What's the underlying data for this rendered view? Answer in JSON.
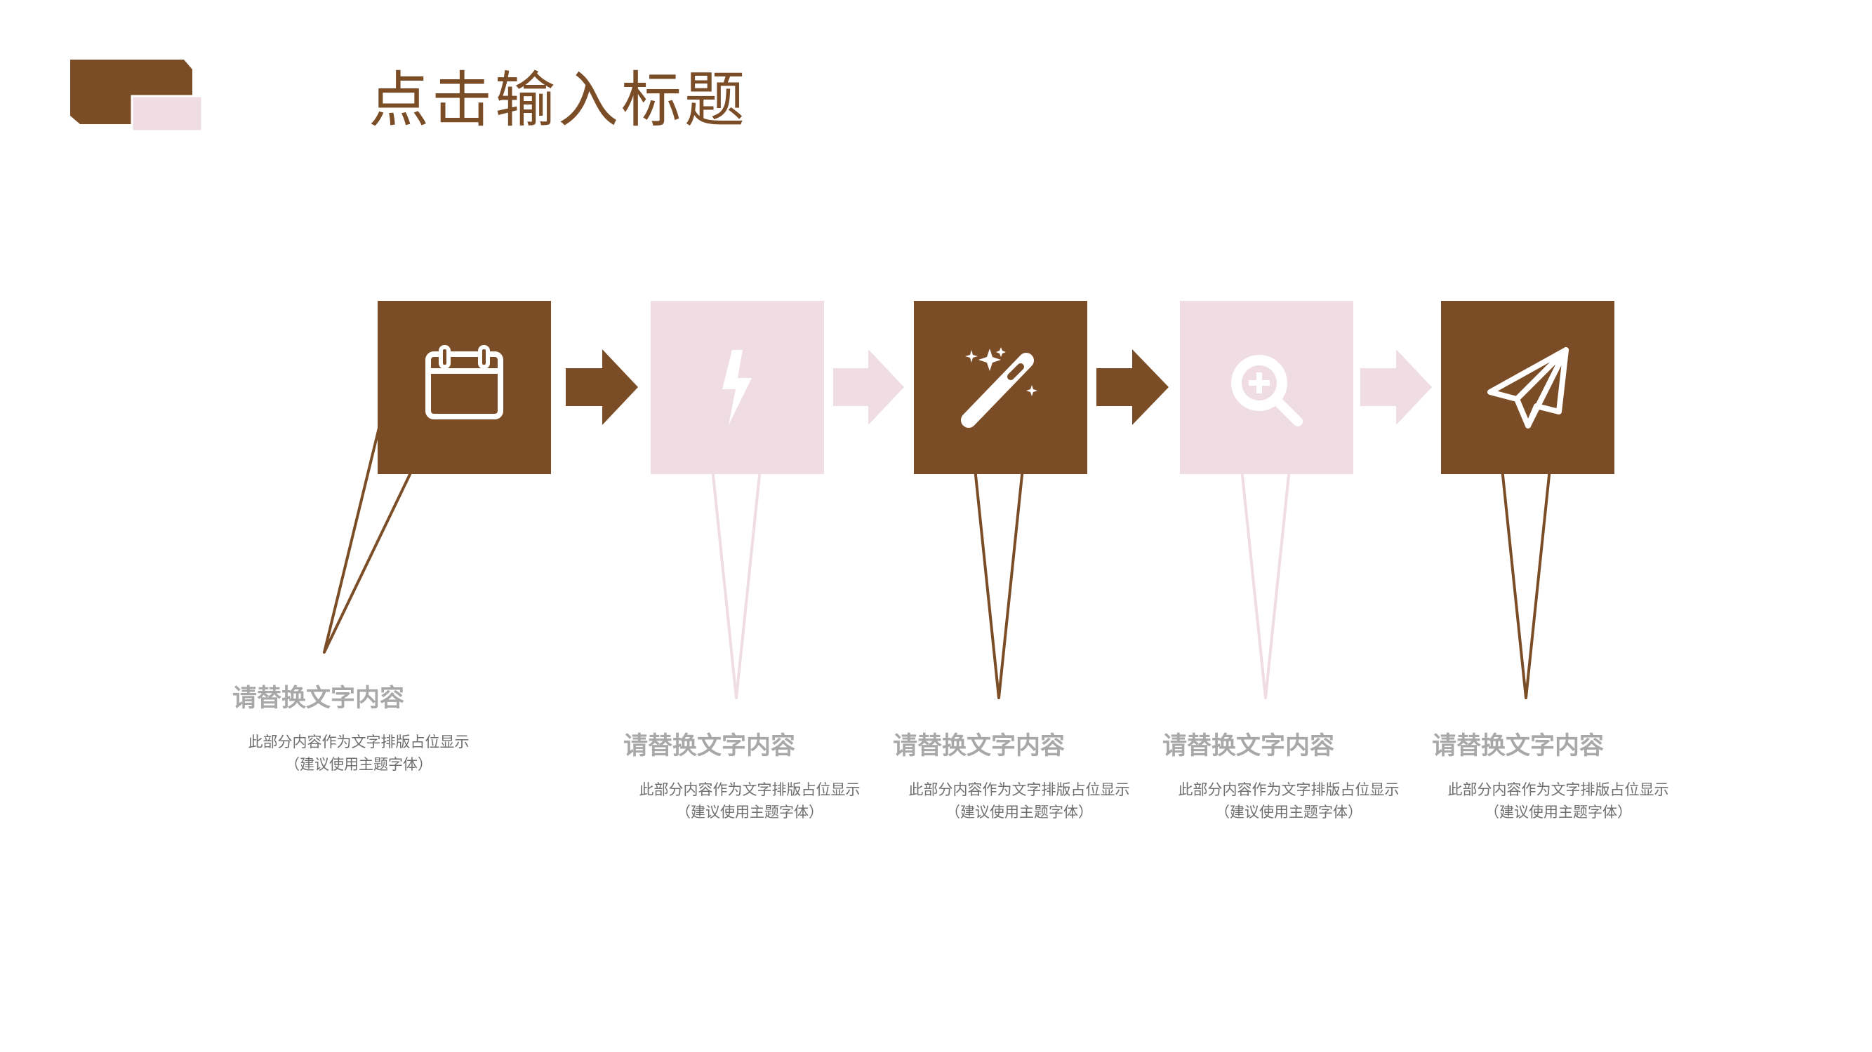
{
  "slide": {
    "title": "点击输入标题"
  },
  "colors": {
    "brown": "#7b4d27",
    "pink": "#efdde3",
    "caption_title": "#a8a8a8",
    "caption_body": "#6f6f6f"
  },
  "steps": [
    {
      "icon": "calendar-icon",
      "color": "brown",
      "title": "请替换文字内容",
      "body_line1": "此部分内容作为文字排版占位显示",
      "body_line2": "（建议使用主题字体）"
    },
    {
      "icon": "lightning-icon",
      "color": "pink",
      "title": "请替换文字内容",
      "body_line1": "此部分内容作为文字排版占位显示",
      "body_line2": "（建议使用主题字体）"
    },
    {
      "icon": "magic-wand-icon",
      "color": "brown",
      "title": "请替换文字内容",
      "body_line1": "此部分内容作为文字排版占位显示",
      "body_line2": "（建议使用主题字体）"
    },
    {
      "icon": "zoom-in-icon",
      "color": "pink",
      "title": "请替换文字内容",
      "body_line1": "此部分内容作为文字排版占位显示",
      "body_line2": "（建议使用主题字体）"
    },
    {
      "icon": "paper-plane-icon",
      "color": "brown",
      "title": "请替换文字内容",
      "body_line1": "此部分内容作为文字排版占位显示",
      "body_line2": "（建议使用主题字体）"
    }
  ]
}
